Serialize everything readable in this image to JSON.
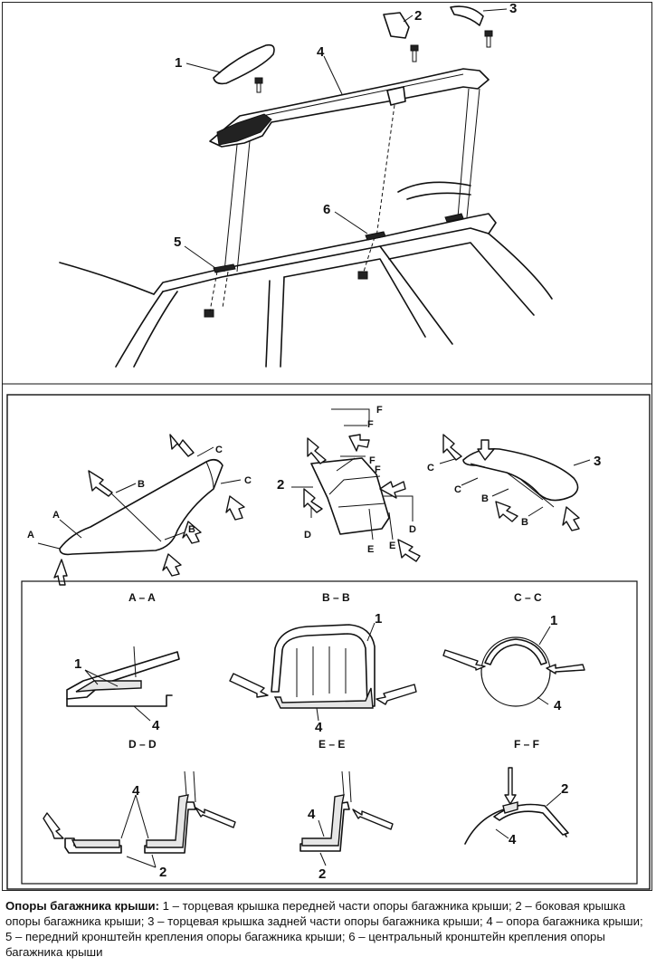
{
  "callouts": {
    "c1": "1",
    "c2": "2",
    "c3": "3",
    "c4": "4",
    "c5": "5",
    "c6": "6"
  },
  "section_letters": {
    "a": "A",
    "b": "B",
    "c": "C",
    "d": "D",
    "e": "E",
    "f": "F"
  },
  "section_titles": {
    "aa": "A – A",
    "bb": "B – B",
    "cc": "C – C",
    "dd": "D – D",
    "ee": "E – E",
    "ff": "F – F"
  },
  "caption": {
    "title": "Опоры багажника крыши:",
    "text": " 1 – торцевая крышка передней части опоры багажника крыши; 2 – боковая крышка опоры багажника крыши; 3 – торцевая крышка задней части опоры багажника крыши; 4 – опора багажника крыши; 5 – передний кронштейн крепления опоры багажника крыши; 6 – центральный кронштейн крепления опоры багажника крыши"
  }
}
